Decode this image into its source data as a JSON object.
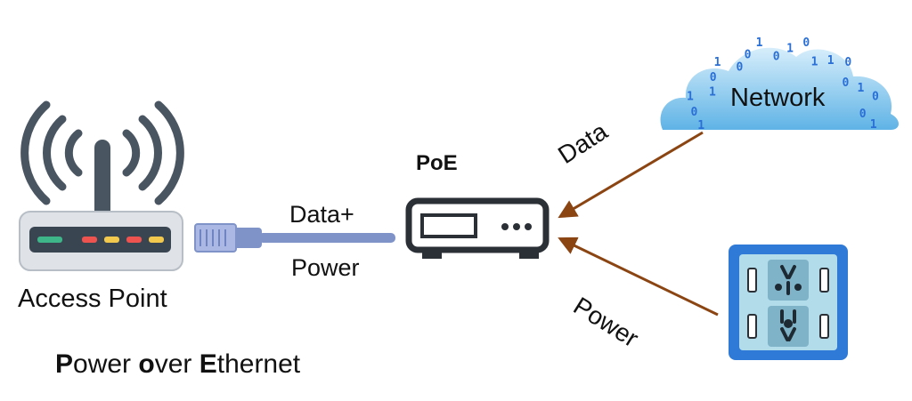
{
  "diagram": {
    "access_point": {
      "label": "Access Point",
      "led_colors": [
        "#3fb58a",
        "#ef5350",
        "#f2c94c",
        "#ef5350",
        "#f2c94c"
      ]
    },
    "poe_switch": {
      "label": "PoE"
    },
    "cable": {
      "label_top": "Data+",
      "label_bottom": "Power",
      "color": "#7f93c9"
    },
    "network": {
      "label": "Network",
      "binary_text": [
        "1",
        "0",
        "1",
        "1",
        "0",
        "1",
        "0",
        "0",
        "1",
        "0",
        "1",
        "0",
        "1",
        "1",
        "0",
        "0",
        "1",
        "0",
        "0",
        "1"
      ]
    },
    "outlet": {
      "color": "#2f7ad6"
    },
    "arrows": {
      "data_label": "Data",
      "power_label": "Power",
      "color": "#8b4513"
    },
    "caption": {
      "p1_bold": "P",
      "p1_rest": "ower ",
      "p2_bold": "o",
      "p2_rest": "ver ",
      "p3_bold": "E",
      "p3_rest": "thernet"
    }
  }
}
